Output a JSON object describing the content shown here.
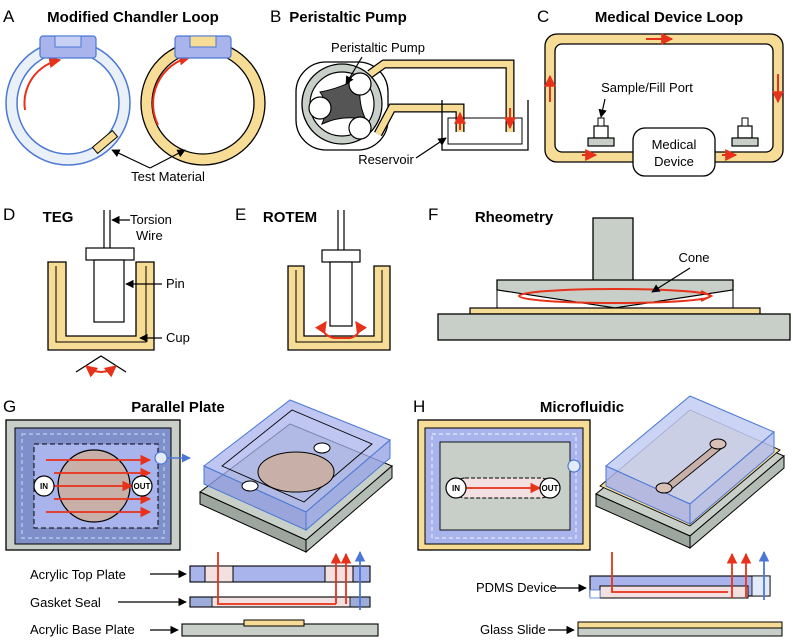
{
  "panels": {
    "A": {
      "letter": "A",
      "title": "Modified Chandler Loop",
      "test_material": "Test Material"
    },
    "B": {
      "letter": "B",
      "title": "Peristaltic Pump",
      "pump": "Peristaltic Pump",
      "reservoir": "Reservoir"
    },
    "C": {
      "letter": "C",
      "title": "Medical Device Loop",
      "port": "Sample/Fill Port",
      "device_line1": "Medical",
      "device_line2": "Device"
    },
    "D": {
      "letter": "D",
      "title": "TEG",
      "torsion": "Torsion",
      "wire": "Wire",
      "pin": "Pin",
      "cup": "Cup"
    },
    "E": {
      "letter": "E",
      "title": "ROTEM"
    },
    "F": {
      "letter": "F",
      "title": "Rheometry",
      "cone": "Cone"
    },
    "G": {
      "letter": "G",
      "title": "Parallel Plate",
      "in": "IN",
      "out": "OUT",
      "acrylic_top": "Acrylic Top Plate",
      "gasket": "Gasket Seal",
      "acrylic_base": "Acrylic Base Plate"
    },
    "H": {
      "letter": "H",
      "title": "Microfluidic",
      "in": "IN",
      "out": "OUT",
      "pdms": "PDMS Device",
      "glass": "Glass Slide"
    }
  },
  "colors": {
    "tube": "#f7dc95",
    "blood": "#e8311a",
    "blue": "#4a78d4",
    "acrylic": "#a9b3ec",
    "gray": "#c8cfc9"
  }
}
